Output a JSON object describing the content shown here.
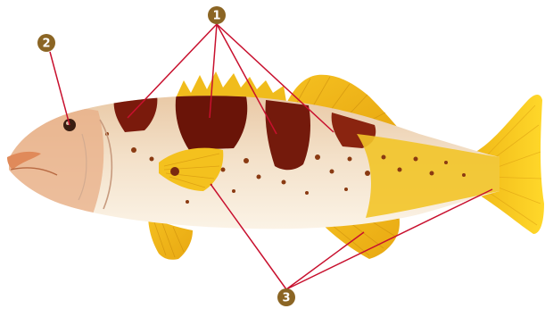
{
  "figure": {
    "subject_icon": "fish-illustration-icon",
    "colors": {
      "body": "#f1dcc4",
      "belly": "#fbf1e3",
      "head": "#e8b08a",
      "bands": "#6e1509",
      "fins": "#f2c41a",
      "tail": "#ffd21a",
      "spots": "#8a3a12",
      "leader_lines": "#c8102e",
      "callout_badge": "#8b6524"
    }
  },
  "callouts": [
    {
      "id": "callout-1",
      "label": "1"
    },
    {
      "id": "callout-2",
      "label": "2"
    },
    {
      "id": "callout-3",
      "label": "3"
    }
  ]
}
